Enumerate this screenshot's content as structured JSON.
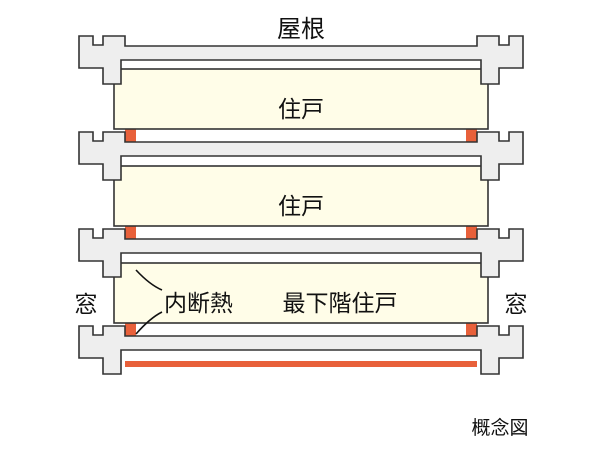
{
  "labels": {
    "roof": "屋根",
    "unit_upper": "住戸",
    "unit_middle": "住戸",
    "unit_bottom": "最下階住戸",
    "insulation": "内断熱",
    "window_left": "窓",
    "window_right": "窓",
    "caption": "概念図"
  },
  "colors": {
    "slab_fill": "#eeeeee",
    "outline": "#333333",
    "unit_fill": "#fffde8",
    "insulation": "#e8603a"
  }
}
